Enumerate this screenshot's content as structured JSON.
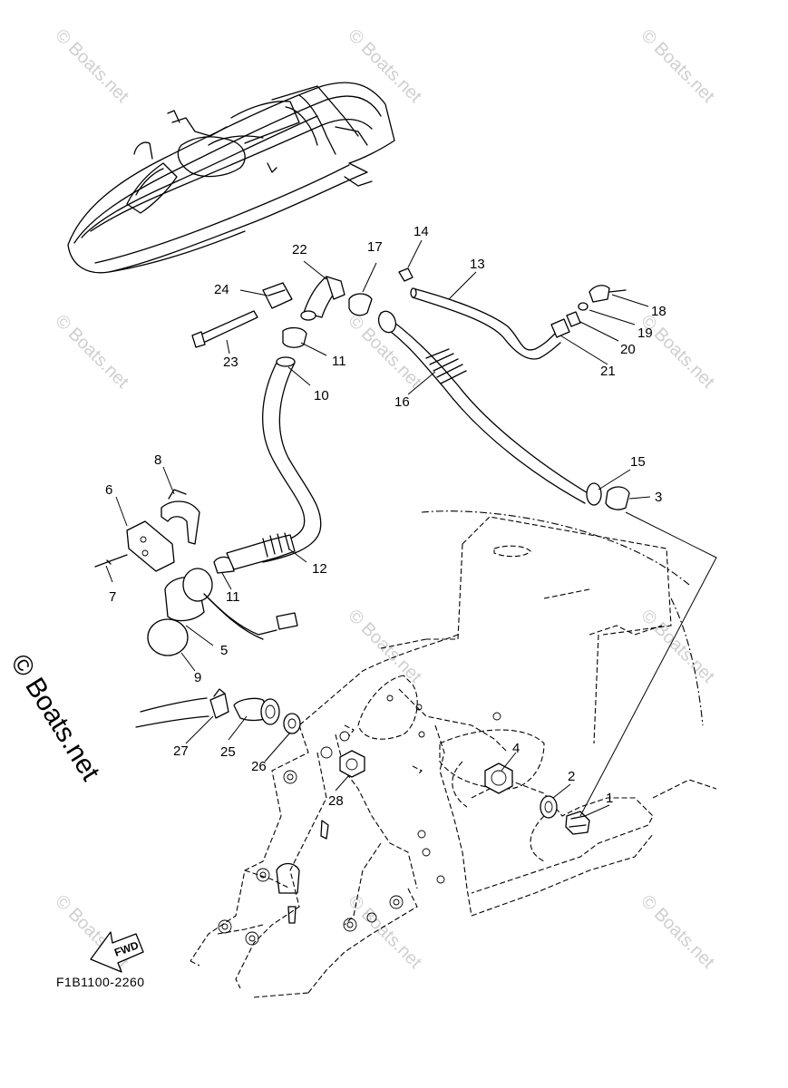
{
  "diagram": {
    "figure_code": "F1B1100-2260",
    "fwd_label": "FWD",
    "copyright_watermark": "© Boats.net",
    "faint_watermark": "© Boats.net",
    "callouts": [
      "1",
      "2",
      "3",
      "4",
      "5",
      "6",
      "7",
      "8",
      "9",
      "10",
      "11",
      "11",
      "12",
      "13",
      "14",
      "15",
      "16",
      "17",
      "18",
      "19",
      "20",
      "21",
      "22",
      "23",
      "24",
      "25",
      "26",
      "27",
      "28"
    ]
  }
}
